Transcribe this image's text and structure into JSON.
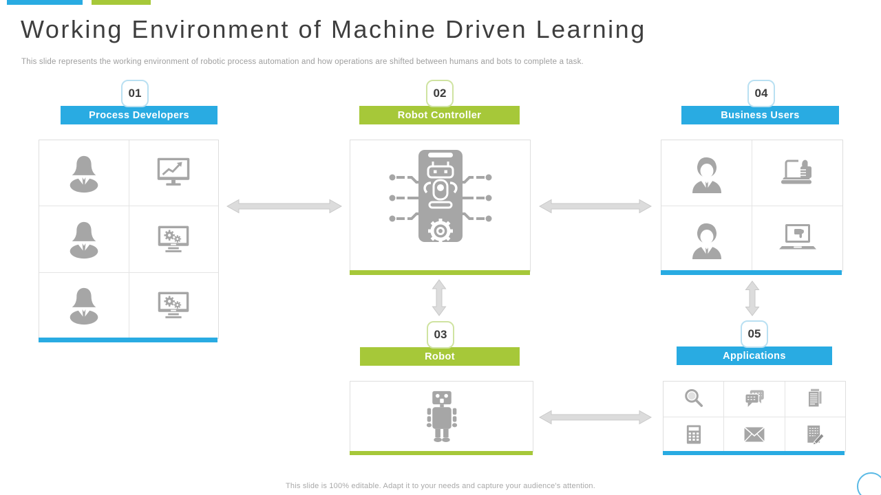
{
  "slide": {
    "title": "Working Environment of Machine Driven Learning",
    "subtitle": "This slide represents the working environment of robotic process automation and how operations are shifted between humans and bots to complete a task.",
    "footer": "This slide is 100% editable. Adapt it to your needs and capture your audience's attention."
  },
  "colors": {
    "accent_blue": "#29abe2",
    "accent_green": "#a6c839",
    "icon_gray": "#a6a6a6",
    "arrow_gray": "#dcdcdc",
    "title_gray": "#3e3e3e",
    "muted_text": "#9d9d9d"
  },
  "sections": {
    "process_developers": {
      "number": "01",
      "label": "Process Developers",
      "accent": "blue",
      "icons": [
        "businesswoman",
        "monitor-trend-chart",
        "businesswoman",
        "monitor-gears",
        "businesswoman",
        "monitor-gears"
      ]
    },
    "robot_controller": {
      "number": "02",
      "label": "Robot Controller",
      "accent": "green",
      "icons": [
        "automation-phone-robot"
      ]
    },
    "robot": {
      "number": "03",
      "label": "Robot",
      "accent": "green",
      "icons": [
        "robot"
      ]
    },
    "business_users": {
      "number": "04",
      "label": "Business Users",
      "accent": "blue",
      "icons": [
        "businessman",
        "laptop-thumbs-up",
        "businessman",
        "laptop-thumbs-down"
      ]
    },
    "applications": {
      "number": "05",
      "label": "Applications",
      "accent": "blue",
      "icons": [
        "search",
        "chat-messages",
        "documents",
        "calculator",
        "mail-envelope",
        "notes-edit"
      ]
    }
  }
}
